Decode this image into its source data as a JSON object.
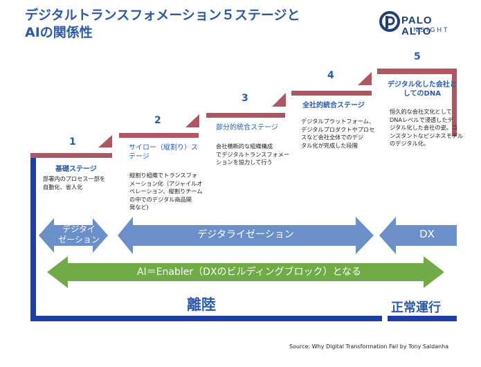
{
  "title": "デジタルトランスフォメーション５ステージと\nAIの関係性",
  "logo": {
    "name": "PALO ALTO",
    "sub": "INSIGHT"
  },
  "stages": [
    {
      "number": "1",
      "title": "基礎ステージ",
      "desc": "部署内のプロセス一部を\n自動化、省人化"
    },
    {
      "number": "2",
      "title": "サイロー（縦割り）ス\nテージ",
      "desc": "縦割り組織でトランスフォ\nメーション化（アジャイルオ\nペレーション、縦割りチーム\nの中でのデジタル商品開\n発など)"
    },
    {
      "number": "3",
      "title": "部分的統合ステージ",
      "desc": "会社横断的な組織構成\nでデジタルトランスフォメー\nションを協力して行う"
    },
    {
      "number": "4",
      "title": "全社的統合ステージ",
      "desc": "デジタルプラットフォーム、\nデジタルプロダクトやプロセ\nスなど会社全体でのデジ\nタル化が完成した段階"
    },
    {
      "number": "5",
      "title": "デジタル化した会社と\nしてのDNA",
      "desc": "恒久的な会社文化として\nDNAレベルで浸透したデ\nジタル化した会社の姿。コ\nンスタントなビジネスモデル\nのデジタル化。"
    }
  ],
  "arrows": {
    "digitization": "デジタイ\nゼーション",
    "digitalization": "デジタライゼーション",
    "dx": "DX",
    "ai": "AI＝Enabler（DXのビルディングブロック）となる"
  },
  "bottom": {
    "takeoff": "離陸",
    "normal": "正常運行"
  },
  "source": "Source: Why Digital Transformation Fail by Tony Saldanha",
  "colors": {
    "stair": "#b15661",
    "blue_arrow": "#6b8fc8",
    "green_arrow": "#71ab48",
    "frame": "#1f3fa4",
    "title": "#2a5aa8"
  }
}
